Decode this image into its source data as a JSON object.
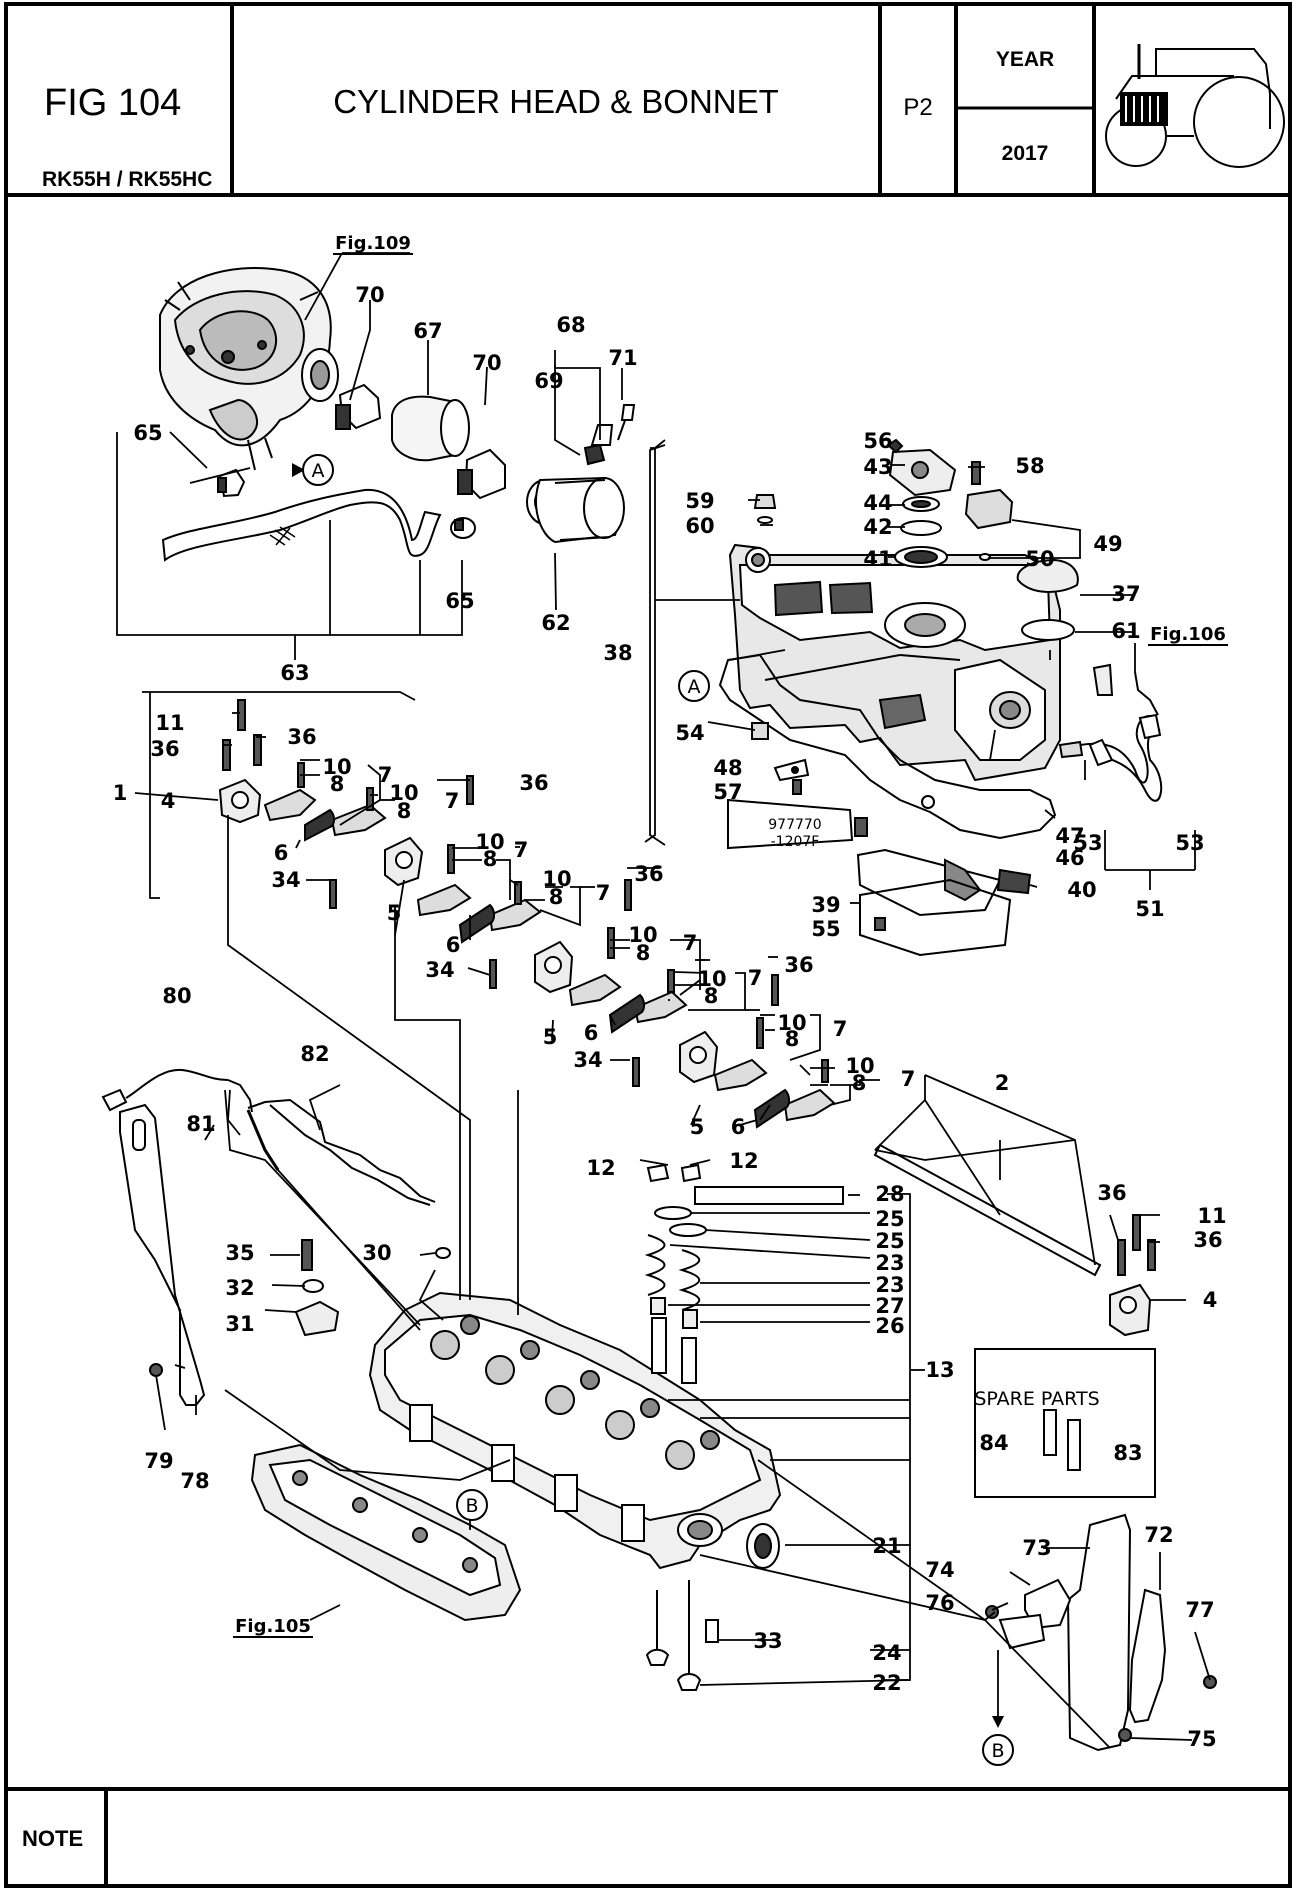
{
  "header": {
    "fig_label": "FIG 104",
    "model": "RK55H / RK55HC",
    "title": "CYLINDER HEAD & BONNET",
    "page": "P2",
    "year_label": "YEAR",
    "year_value": "2017",
    "tractor_icon": "tractor-engine-highlight-icon"
  },
  "diagram": {
    "fig_refs": [
      "Fig.109",
      "Fig.106",
      "Fig.105"
    ],
    "callouts": [
      "A",
      "B"
    ],
    "sealant_label": [
      "977770",
      "-1207F"
    ],
    "spare_parts_title": "SPARE PARTS",
    "part_numbers": [
      "1",
      "2",
      "4",
      "5",
      "6",
      "7",
      "8",
      "10",
      "11",
      "12",
      "13",
      "21",
      "22",
      "23",
      "24",
      "25",
      "26",
      "27",
      "28",
      "30",
      "31",
      "32",
      "33",
      "34",
      "35",
      "36",
      "37",
      "38",
      "39",
      "40",
      "41",
      "42",
      "43",
      "44",
      "46",
      "47",
      "48",
      "49",
      "50",
      "51",
      "53",
      "54",
      "55",
      "56",
      "57",
      "58",
      "59",
      "60",
      "61",
      "62",
      "63",
      "65",
      "67",
      "68",
      "69",
      "70",
      "71",
      "72",
      "73",
      "74",
      "75",
      "76",
      "77",
      "78",
      "79",
      "80",
      "81",
      "82",
      "83",
      "84"
    ]
  },
  "footer": {
    "note_label": "NOTE",
    "note_text": ""
  }
}
